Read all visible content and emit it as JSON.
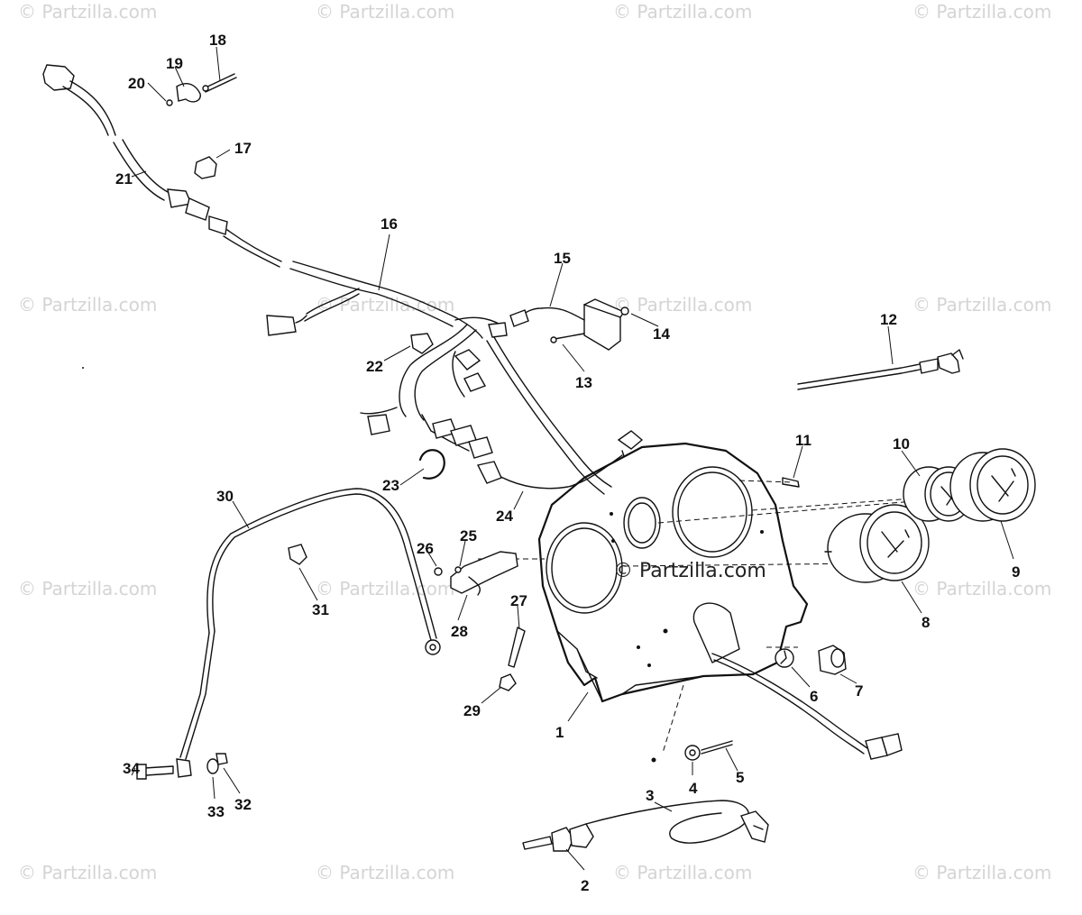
{
  "watermark": {
    "text": "© Partzilla.com",
    "center_text": "© Partzilla.com"
  },
  "callouts": [
    "1",
    "2",
    "3",
    "4",
    "5",
    "6",
    "7",
    "8",
    "9",
    "10",
    "11",
    "12",
    "13",
    "14",
    "15",
    "16",
    "17",
    "18",
    "19",
    "20",
    "21",
    "22",
    "23",
    "24",
    "25",
    "26",
    "27",
    "28",
    "29",
    "30",
    "31",
    "32",
    "33",
    "34"
  ]
}
